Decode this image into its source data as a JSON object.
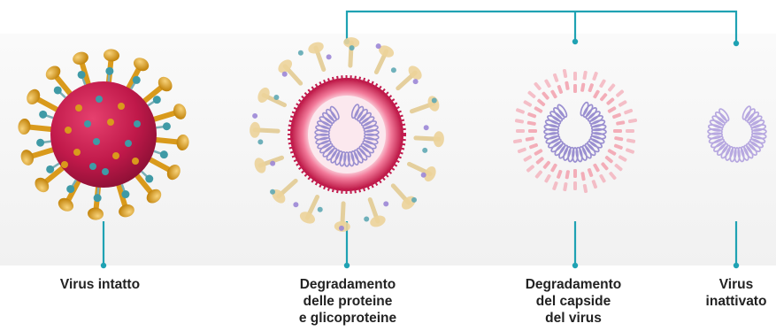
{
  "diagram": {
    "connector_color": "#1fa2b3",
    "stages": [
      {
        "id": "intact",
        "lines": [
          "Virus intatto"
        ],
        "illustration": "intact-virus-icon"
      },
      {
        "id": "protein-degradation",
        "lines": [
          "Degradamento",
          "delle proteine",
          "e glicoproteine"
        ],
        "illustration": "degrading-virus-icon"
      },
      {
        "id": "capsid-degradation",
        "lines": [
          "Degradamento",
          "del capside",
          "del virus"
        ],
        "illustration": "capsid-degrading-icon"
      },
      {
        "id": "inactivated",
        "lines": [
          "Virus",
          "inattivato"
        ],
        "illustration": "inactivated-virus-icon"
      }
    ],
    "colors": {
      "virus_body": "#c0194a",
      "spike": "#d99a1c",
      "glycoprotein": "#3f9aa6",
      "rna": "#9a8fd0",
      "capsid_fragment": "#f2a0ad"
    }
  }
}
